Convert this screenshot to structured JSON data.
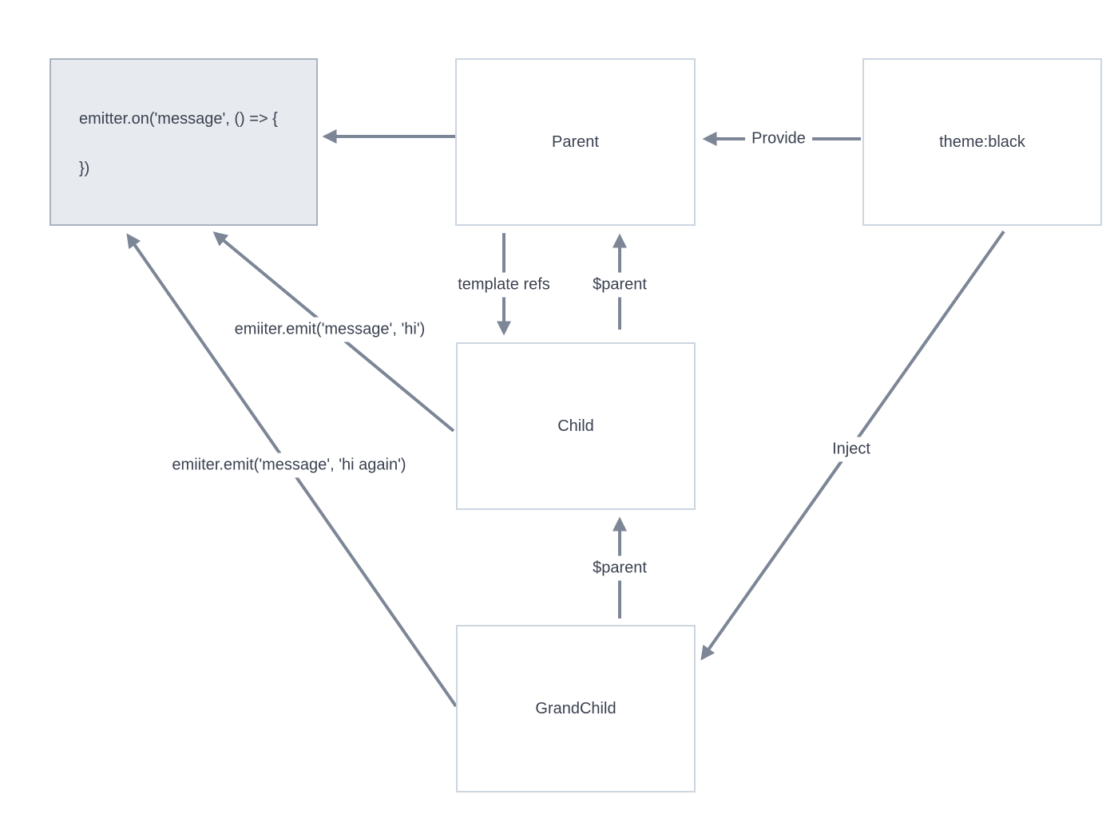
{
  "colors": {
    "arrow": "#7c8696",
    "text": "#3a4150",
    "node-fill": "#ffffff",
    "node-border": "#ccd5e0",
    "code-fill": "#e7eaee",
    "code-border": "#a9b3c1",
    "provider-fill": "#d9ece9",
    "provider-border": "#56a89e",
    "label-bg": "#ffffff"
  },
  "diagram": {
    "nodes": [
      {
        "id": "emitter-listener",
        "lines": [
          "emitter.on('message', () => {",
          "})"
        ]
      },
      {
        "id": "parent",
        "label": "Parent"
      },
      {
        "id": "provider",
        "label": "theme:black"
      },
      {
        "id": "child",
        "label": "Child"
      },
      {
        "id": "grandchild",
        "label": "GrandChild"
      }
    ],
    "edges": [
      {
        "id": "provide",
        "from": "theme:black",
        "to": "Parent",
        "label": "Provide"
      },
      {
        "id": "parent-to-emitter",
        "from": "Parent",
        "to": "emitter.on",
        "label": ""
      },
      {
        "id": "template-refs",
        "from": "Parent",
        "to": "Child",
        "label": "template refs"
      },
      {
        "id": "parent-ref-child",
        "from": "Child",
        "to": "Parent",
        "label": "$parent"
      },
      {
        "id": "parent-ref-grand",
        "from": "GrandChild",
        "to": "Child",
        "label": "$parent"
      },
      {
        "id": "emit-hi",
        "from": "Child",
        "to": "emitter.on",
        "label": "emiiter.emit('message', 'hi')"
      },
      {
        "id": "emit-hi-again",
        "from": "GrandChild",
        "to": "emitter.on",
        "label": "emiiter.emit('message', 'hi again')"
      },
      {
        "id": "inject",
        "from": "theme:black",
        "to": "GrandChild",
        "label": "Inject"
      }
    ]
  }
}
